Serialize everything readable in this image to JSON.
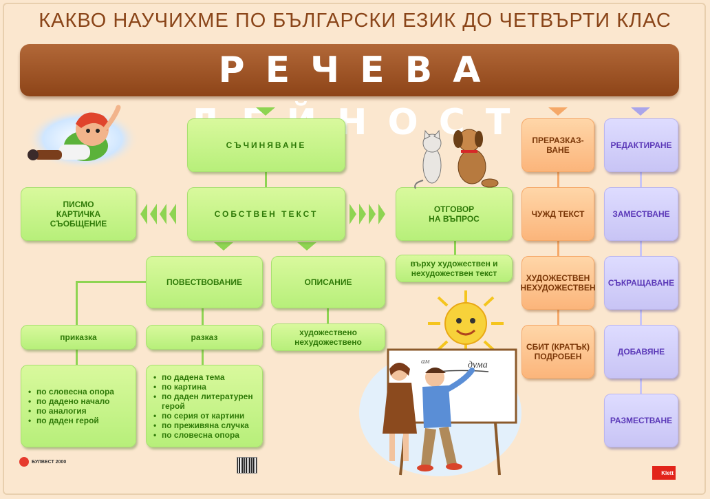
{
  "header": {
    "subtitle": "КАКВО НАУЧИХМЕ ПО БЪЛГАРСКИ ЕЗИК ДО ЧЕТВЪРТИ КЛАС",
    "title": "РЕЧЕВА ДЕЙНОСТ"
  },
  "green": {
    "composing": "СЪЧИНЯВАНЕ",
    "own_text": "СОБСТВЕН ТЕКСТ",
    "letter_lines": [
      "ПИСМО",
      "КАРТИЧКА",
      "СЪОБЩЕНИЕ"
    ],
    "answer_lines": [
      "ОТГОВОР",
      "НА ВЪПРОС"
    ],
    "answer_note_lines": [
      "върху художествен и",
      "нехудожествен текст"
    ],
    "narration": "ПОВЕСТВОВАНИЕ",
    "description": "ОПИСАНИЕ",
    "fairy_tale": "приказка",
    "story": "разказ",
    "description_types": [
      "художествено",
      "нехудожествено"
    ],
    "fairy_tale_items": [
      "по словесна опора",
      "по дадено начало",
      "по аналогия",
      "по даден герой"
    ],
    "story_items": [
      "по дадена тема",
      "по картина",
      "по даден литературен герой",
      "по серия от картини",
      "по преживяна случка",
      "по словесна опора"
    ]
  },
  "orange": {
    "retelling_lines": [
      "ПРЕРАЗКАЗ-",
      "ВАНЕ"
    ],
    "foreign_text": "ЧУЖД ТЕКСТ",
    "fiction_lines": [
      "ХУДОЖЕСТВЕН",
      "НЕХУДОЖЕСТВЕН"
    ],
    "brief_lines": [
      "СБИТ (КРАТЪК)",
      "ПОДРОБЕН"
    ]
  },
  "lavender": {
    "items": [
      "РЕДАКТИРАНЕ",
      "ЗАМЕСТВАНЕ",
      "СЪКРАЩАВАНЕ",
      "ДОБАВЯНЕ",
      "РАЗМЕСТВАНЕ"
    ]
  },
  "illustrations": {
    "board_words": [
      "дума",
      "ам"
    ]
  },
  "footer": {
    "publisher": "БУЛВЕСТ 2000",
    "klett": "Klett"
  },
  "colors": {
    "background": "#fbe7cf",
    "banner": "#9c4f22",
    "green_text": "#2f7a08",
    "orange_text": "#7a3607",
    "lavender_text": "#5b39b8"
  }
}
